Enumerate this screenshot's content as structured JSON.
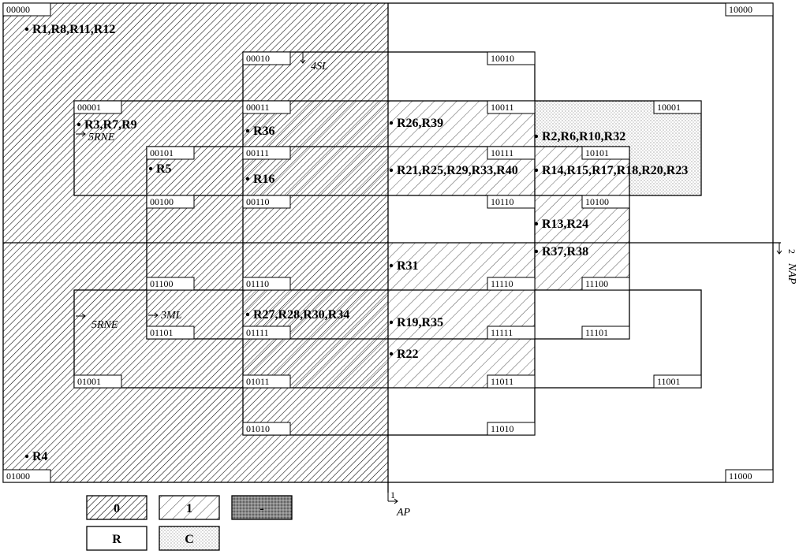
{
  "diagram": {
    "codes": [
      "00000",
      "10000",
      "00010",
      "10010",
      "00001",
      "00011",
      "10011",
      "10001",
      "00101",
      "00111",
      "10111",
      "10101",
      "00100",
      "00110",
      "10110",
      "10100",
      "01100",
      "01110",
      "11110",
      "11100",
      "01101",
      "01111",
      "11111",
      "11101",
      "01001",
      "01011",
      "11011",
      "11001",
      "01010",
      "11010",
      "01000",
      "11000"
    ],
    "rules": [
      "R1,R8,R11,R12",
      "R3,R7,R9",
      "R5",
      "R36",
      "R16",
      "R26,R39",
      "R21,R25,R29,R33,R40",
      "R2,R6,R10,R32",
      "R14,R15,R17,R18,R20,R23",
      "R13,R24",
      "R37,R38",
      "R31",
      "R27,R28,R30,R34",
      "R19,R35",
      "R22",
      "R4"
    ],
    "variables": {
      "ap": "AP",
      "ap_num": "1",
      "nap": "NAP",
      "nap_num": "2",
      "ml": "3ML",
      "sl": "4SL",
      "rne": "5RNE"
    },
    "legend": [
      "0",
      "1",
      "-",
      "R",
      "C"
    ],
    "colors": {
      "line": "#000000",
      "dash_fill": "#888888",
      "dots_fill": "#dddddd"
    }
  }
}
